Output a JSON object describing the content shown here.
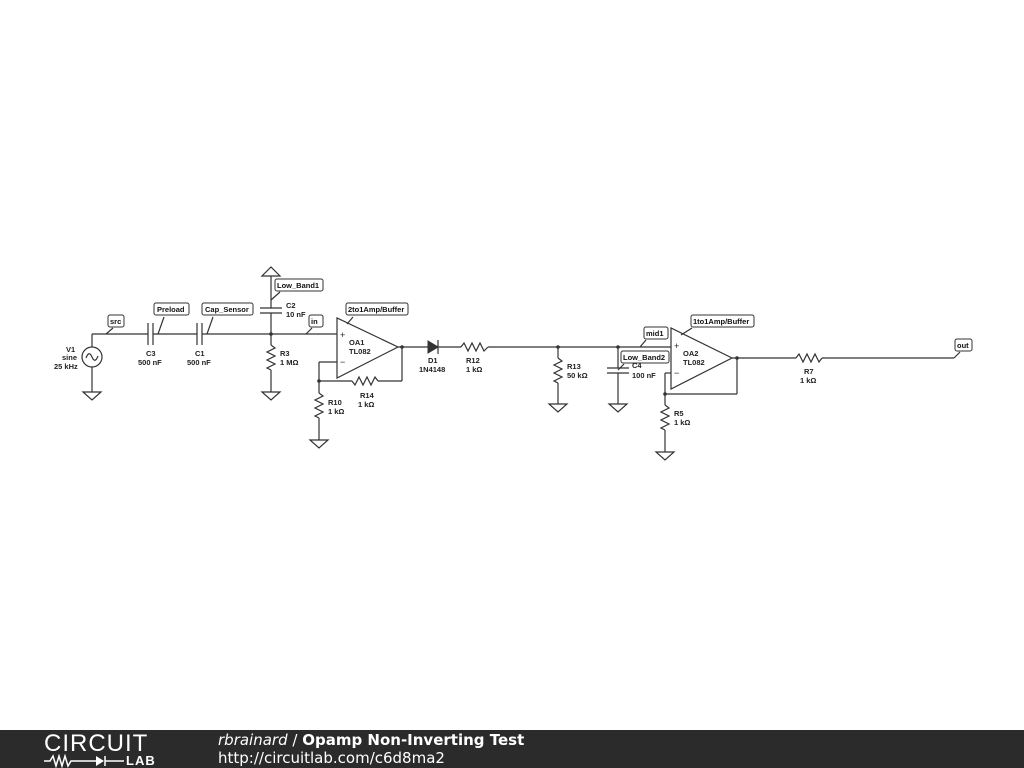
{
  "schematic": {
    "v1": {
      "name": "V1",
      "type": "sine",
      "freq": "25 kHz"
    },
    "c3": {
      "name": "C3",
      "value": "500 nF"
    },
    "c1": {
      "name": "C1",
      "value": "500 nF"
    },
    "c2": {
      "name": "C2",
      "value": "10 nF"
    },
    "r3": {
      "name": "R3",
      "value": "1 MΩ"
    },
    "oa1": {
      "name": "OA1",
      "part": "TL082"
    },
    "r10": {
      "name": "R10",
      "value": "1 kΩ"
    },
    "r14": {
      "name": "R14",
      "value": "1 kΩ"
    },
    "d1": {
      "name": "D1",
      "part": "1N4148"
    },
    "r12": {
      "name": "R12",
      "value": "1 kΩ"
    },
    "r13": {
      "name": "R13",
      "value": "50 kΩ"
    },
    "c4": {
      "name": "C4",
      "value": "100 nF"
    },
    "oa2": {
      "name": "OA2",
      "part": "TL082"
    },
    "r5": {
      "name": "R5",
      "value": "1 kΩ"
    },
    "r7": {
      "name": "R7",
      "value": "1 kΩ"
    },
    "plus_sign": "+",
    "minus_sign": "−",
    "tags": {
      "src": "src",
      "preload": "Preload",
      "cap_sensor": "Cap_Sensor",
      "low_band1": "Low_Band1",
      "in": "in",
      "amp1": "2to1Amp/Buffer",
      "mid1": "mid1",
      "low_band2": "Low_Band2",
      "amp2": "1to1Amp/Buffer",
      "out": "out"
    }
  },
  "footer": {
    "logo_top": "CIRCUIT",
    "logo_bottom": "LAB",
    "user": "rbrainard",
    "separator": " / ",
    "title": "Opamp Non-Inverting Test",
    "url": "http://circuitlab.com/c6d8ma2"
  }
}
